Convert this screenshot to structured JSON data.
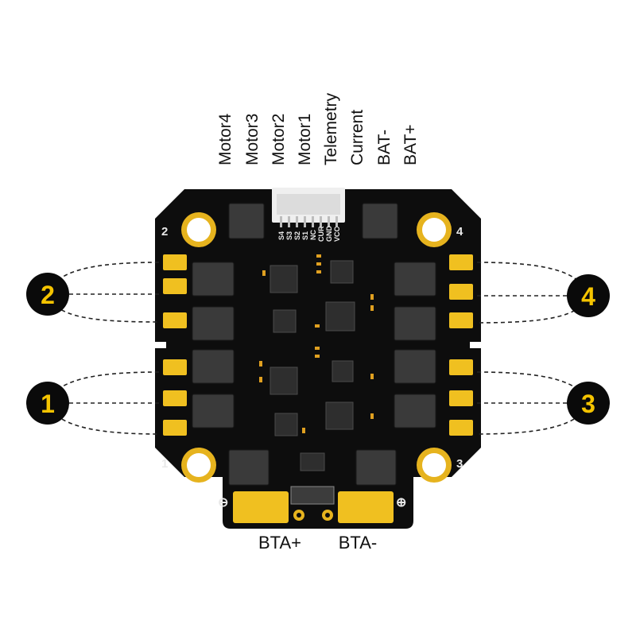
{
  "wire_labels": [
    "Motor4",
    "Motor3",
    "Motor2",
    "Motor1",
    "Telemetry",
    "Current",
    "BAT-",
    "BAT+"
  ],
  "pin_labels": [
    "S4",
    "S3",
    "S2",
    "S1",
    "NC",
    "CUR",
    "GND",
    "VCC"
  ],
  "corner_marks": {
    "top_left": "2",
    "top_right": "4",
    "bottom_left": "1",
    "bottom_right": "3"
  },
  "motor_badges": {
    "left_top": "2",
    "left_bottom": "1",
    "right_top": "4",
    "right_bottom": "3"
  },
  "battery_pad_symbols": {
    "left": "⊖",
    "right": "⊕"
  },
  "bottom_labels": {
    "left": "BTA+",
    "right": "BTA-"
  },
  "colors": {
    "board": "#0d0d0d",
    "pad_gold": "#f0c020",
    "badge_fill": "#0a0a0a",
    "badge_text": "#f5c400",
    "connector": "#efefef"
  }
}
